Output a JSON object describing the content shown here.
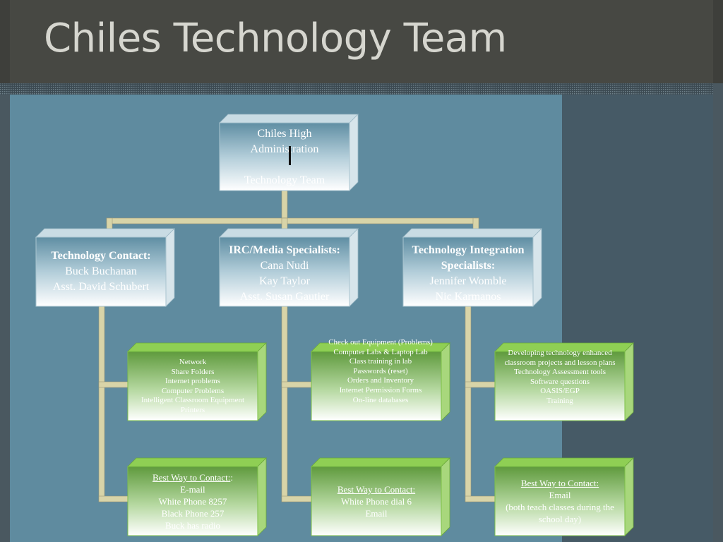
{
  "title": "Chiles Technology Team",
  "colors": {
    "header_bg": "#474843",
    "panel_blue": "#5e8a9e",
    "right_band": "#465a66",
    "connector": "#d8d4a8",
    "box_top_blue": "#ffffff",
    "box_bottom_blue": "#bcd3de",
    "box_green_face": "#6aa84a",
    "box_green_edge": "#9bd15a"
  },
  "org_chart": {
    "root": {
      "lines": [
        "Chiles High",
        "Administration",
        "",
        "Technology Team"
      ]
    },
    "branches": [
      {
        "head": {
          "heading": "Technology Contact:",
          "lines": [
            "Buck Buchanan",
            "Asst. David Schubert"
          ]
        },
        "duties": {
          "lines": [
            "Network",
            "Share Folders",
            "Internet problems",
            "Computer Problems",
            "Intelligent Classroom Equipment",
            "Printers"
          ]
        },
        "contact": {
          "heading": "Best Way to Contact:",
          "heading_suffix": ":",
          "lines": [
            "E-mail",
            "White Phone 8257",
            "Black Phone 257",
            "Buck has radio"
          ]
        }
      },
      {
        "head": {
          "heading": "IRC/Media Specialists:",
          "lines": [
            "Cana Nudi",
            "Kay Taylor",
            "Asst. Susan Gautier"
          ]
        },
        "duties": {
          "lines": [
            "Check out Equipment (Problems)",
            "Computer Labs & Laptop Lab",
            "Class training in lab",
            "Passwords (reset)",
            "Orders and Inventory",
            "Internet Permission Forms",
            "On-line databases"
          ]
        },
        "contact": {
          "heading": "Best Way to Contact:",
          "heading_suffix": "",
          "lines": [
            "White Phone dial 6",
            "Email"
          ]
        }
      },
      {
        "head": {
          "heading": "Technology Integration Specialists:",
          "lines": [
            "Jennifer Womble",
            "Nic Karmanos"
          ]
        },
        "duties": {
          "lines": [
            "Developing technology enhanced classroom projects and lesson plans",
            "Technology Assessment tools",
            "Software questions",
            "OASIS/EGP",
            "Training"
          ]
        },
        "contact": {
          "heading": "Best Way to Contact:",
          "heading_suffix": "",
          "lines": [
            "Email",
            "(both teach classes during the school day)"
          ]
        }
      }
    ]
  }
}
